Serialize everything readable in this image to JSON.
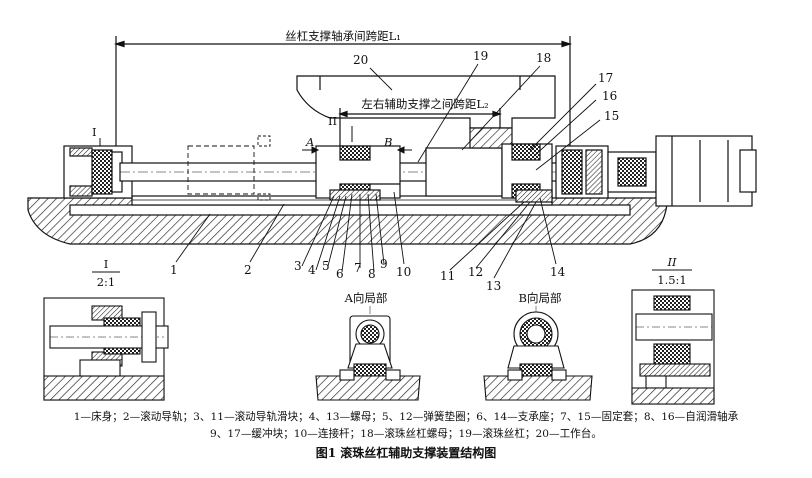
{
  "figure": {
    "caption": "图1  滚珠丝杠辅助支撑装置结构图",
    "legend_line1": "1—床身；2—滚动导轨；3、11—滚动导轨滑块；4、13—螺母；5、12—弹簧垫圈；6、14—支承座；7、15—固定套；8、16—自润滑轴承",
    "legend_line2": "9、17—缓冲块；10—连接杆；18—滚珠丝杠螺母；19—滚珠丝杠；20—工作台。"
  },
  "dimensions": {
    "span_total": "丝杠支撑轴承间跨距L₁",
    "span_aux": "左右辅助支撑之间跨距L₂"
  },
  "markers": {
    "view_I": "I",
    "view_II": "II",
    "dir_A": "A",
    "dir_B": "B"
  },
  "part_numbers": {
    "p1": "1",
    "p2": "2",
    "p3": "3",
    "p4": "4",
    "p5": "5",
    "p6": "6",
    "p7": "7",
    "p8": "8",
    "p9": "9",
    "p10": "10",
    "p11": "11",
    "p12": "12",
    "p13": "13",
    "p14": "14",
    "p15": "15",
    "p16": "16",
    "p17": "17",
    "p18": "18",
    "p19": "19",
    "p20": "20"
  },
  "detail_views": {
    "detail_I_title": "I",
    "detail_I_scale": "2:1",
    "view_A_title": "A向局部",
    "view_B_title": "B向局部",
    "detail_II_title": "II",
    "detail_II_scale": "1.5:1"
  }
}
